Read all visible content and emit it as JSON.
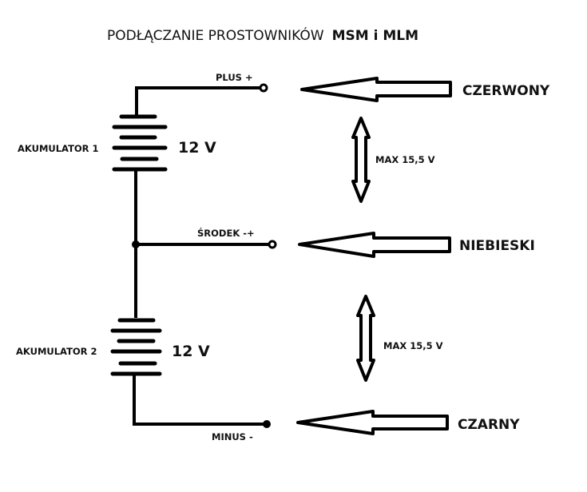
{
  "title": {
    "normal": "PODŁĄCZANIE PROSTOWNIKÓW",
    "bold": "MSM i MLM"
  },
  "batteries": [
    {
      "label": "AKUMULATOR 1",
      "voltage": "12 V"
    },
    {
      "label": "AKUMULATOR 2",
      "voltage": "12 V"
    }
  ],
  "terminals": [
    {
      "label": "PLUS +",
      "wire_color": "CZERWONY"
    },
    {
      "label": "ŚRODEK -+",
      "wire_color": "NIEBIESKI"
    },
    {
      "label": "MINUS -",
      "wire_color": "CZARNY"
    }
  ],
  "voltage_limits": [
    {
      "label": "MAX 15,5 V"
    },
    {
      "label": "MAX 15,5 V"
    }
  ],
  "icons": {
    "battery": "battery-symbol-icon",
    "terminal": "terminal-circle-icon",
    "junction": "junction-dot-icon",
    "left_arrow": "left-arrow-icon",
    "double_arrow": "double-vertical-arrow-icon"
  },
  "colors": {
    "stroke": "#000000",
    "background": "#ffffff"
  }
}
